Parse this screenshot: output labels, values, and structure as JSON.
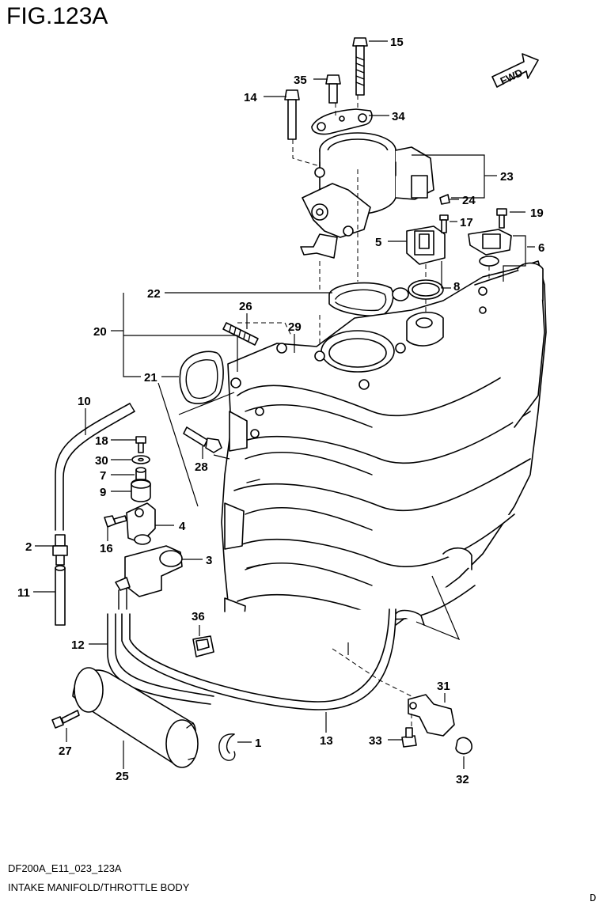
{
  "figure": {
    "title": "FIG.123A",
    "code": "DF200A_E11_023_123A",
    "name": "INTAKE MANIFOLD/THROTTLE BODY",
    "corner_mark": "D",
    "fwd_label": "FWD"
  },
  "callouts": [
    "1",
    "2",
    "3",
    "4",
    "5",
    "6",
    "7",
    "8",
    "9",
    "10",
    "11",
    "12",
    "13",
    "14",
    "15",
    "16",
    "17",
    "18",
    "19",
    "20",
    "21",
    "22",
    "23",
    "24",
    "25",
    "26",
    "27",
    "28",
    "29",
    "30",
    "31",
    "32",
    "33",
    "34",
    "35",
    "36"
  ]
}
